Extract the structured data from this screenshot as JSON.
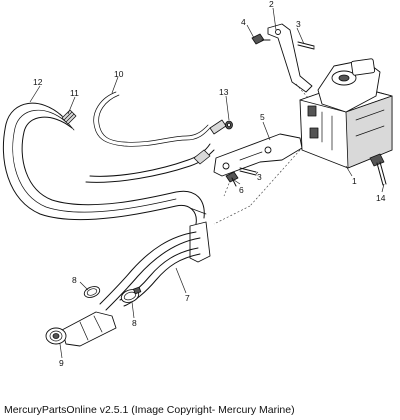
{
  "caption": "MercuryPartsOnline v2.5.1 (Image Copyright- Mercury Marine)",
  "callouts": {
    "c1": "1",
    "c2": "2",
    "c3a": "3",
    "c3b": "3",
    "c4": "4",
    "c5": "5",
    "c6": "6",
    "c7": "7",
    "c8a": "8",
    "c8b": "8",
    "c9": "9",
    "c10": "10",
    "c11": "11",
    "c12": "12",
    "c13": "13",
    "c14": "14"
  }
}
